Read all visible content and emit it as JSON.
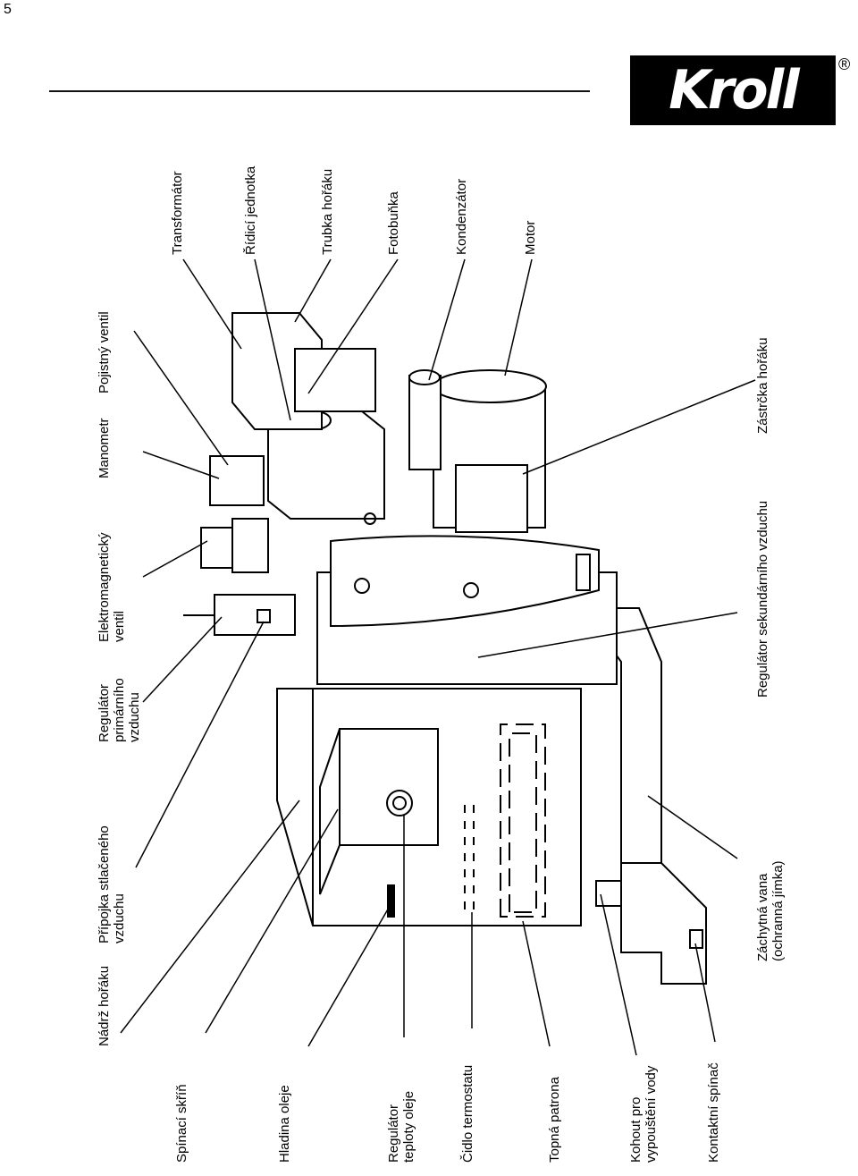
{
  "page_number": "5",
  "logo": {
    "text": "Kroll",
    "mark": "®"
  },
  "labels": {
    "transformator": "Transformátor",
    "ridici_jednotka": "Řídicí jednotka",
    "trubka_horaku": "Trubka hořáku",
    "fotobunka": "Fotobuňka",
    "kondenzator": "Kondenzátor",
    "motor": "Motor",
    "pojistny_ventil": "Pojistný ventil",
    "manometr": "Manometr",
    "elektromagneticky_ventil": [
      "Elektromagnetický",
      "ventil"
    ],
    "regulator_primarniho": [
      "Regulátor",
      "primárního",
      "vzduchu"
    ],
    "pripojka": [
      "Přípojka stlačeného",
      "vzduchu"
    ],
    "nadrz_horaku": "Nádrž hořáku",
    "zastrcka_horaku": "Zástrčka hořáku",
    "regulator_sekundarniho": "Regulátor sekundárního vzduchu",
    "zachytna_vana": [
      "Záchytná vana",
      "(ochranná jímka)"
    ],
    "spinaci_skrin": "Spínací skříň",
    "hladina_oleje": "Hladina oleje",
    "regulator_teploty": [
      "Regulátor",
      "teploty oleje"
    ],
    "cidlo_termostatu": "Čidlo termostatu",
    "topna_patrona": "Topná patrona",
    "kohout": [
      "Kohout pro",
      "vypouštění vody"
    ],
    "kontaktni_spinac": "Kontaktní spínač"
  }
}
